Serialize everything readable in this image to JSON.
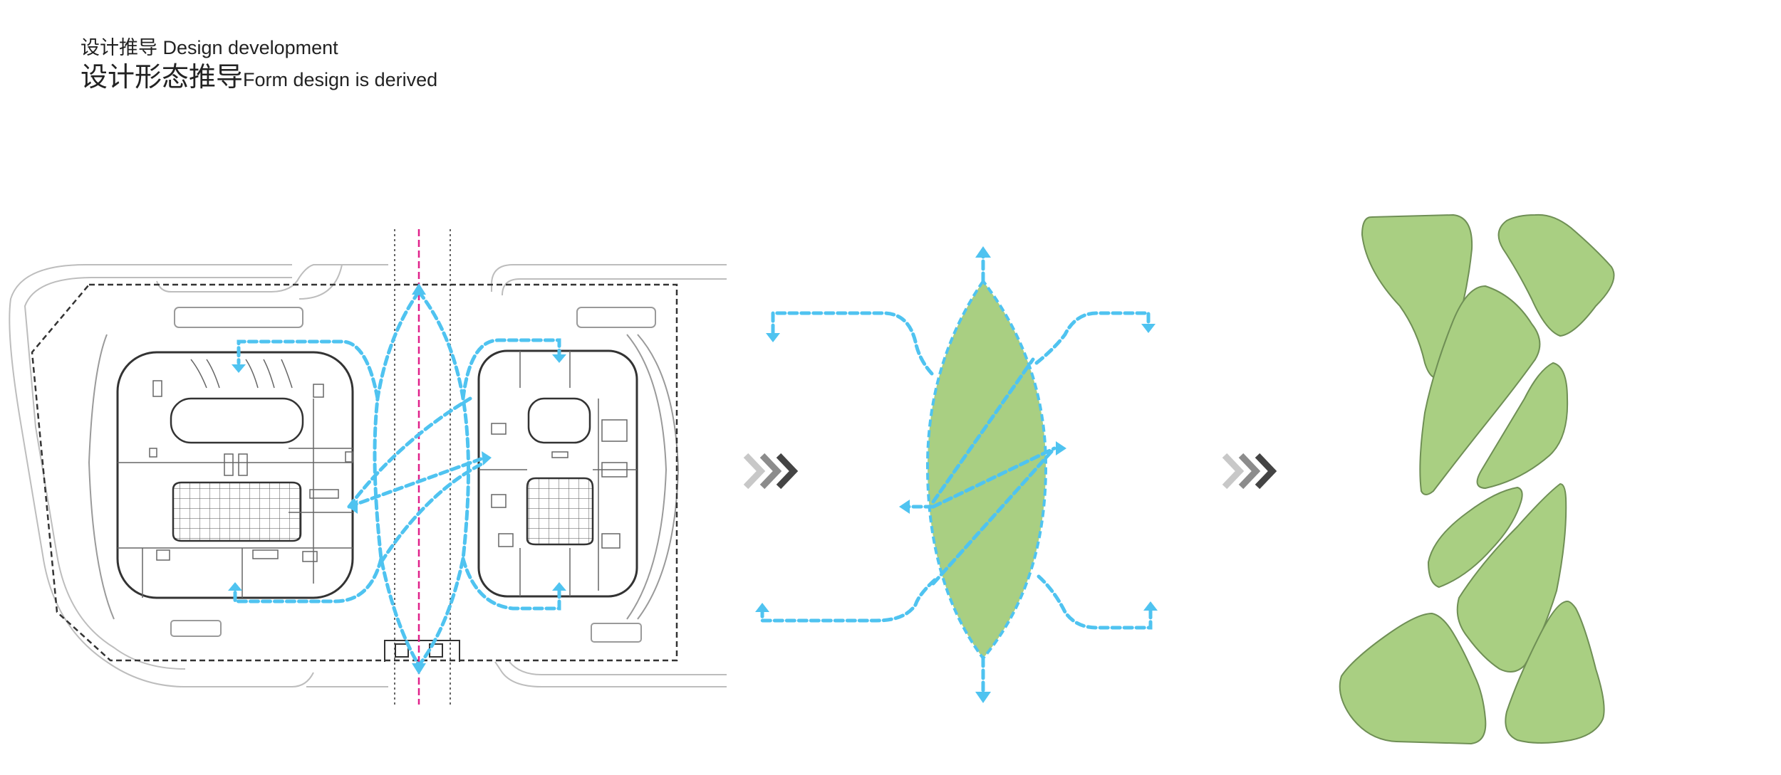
{
  "header": {
    "sub_title": "设计推导 Design development",
    "main_title_cn": "设计形态推导",
    "main_title_en": "Form design is derived"
  },
  "colors": {
    "flow_arrow": "#4fc3f0",
    "axis_line": "#e0218a",
    "leaf_fill": "#a9cf82",
    "leaf_stroke": "#6f8f55",
    "plan_line": "#333333",
    "chevron_light": "#c8c8c8",
    "chevron_mid": "#8c8c8c",
    "chevron_dark": "#444444"
  },
  "panels": [
    {
      "name": "site-plan",
      "kind": "architectural floor plan with circulation arrows"
    },
    {
      "name": "leaf-concept",
      "kind": "leaf form with circulation arrows"
    },
    {
      "name": "final-form",
      "kind": "eight green leaf-shaped landscape patches"
    }
  ],
  "icons": [
    "chevron-triple-icon",
    "chevron-triple-icon"
  ]
}
